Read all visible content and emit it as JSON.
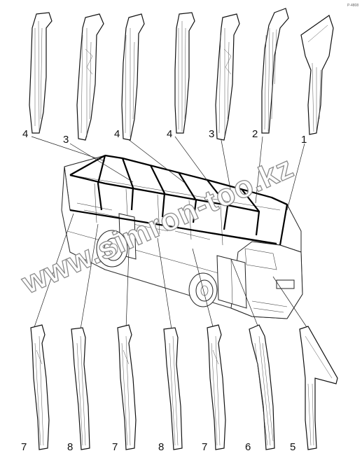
{
  "diagram": {
    "corner_mark": "P-4808",
    "watermark": "www.simron-too.kz",
    "top_row_labels": [
      "4",
      "3",
      "4",
      "4",
      "3",
      "2",
      "1"
    ],
    "bottom_row_labels": [
      "7",
      "8",
      "7",
      "8",
      "7",
      "6",
      "5"
    ]
  }
}
